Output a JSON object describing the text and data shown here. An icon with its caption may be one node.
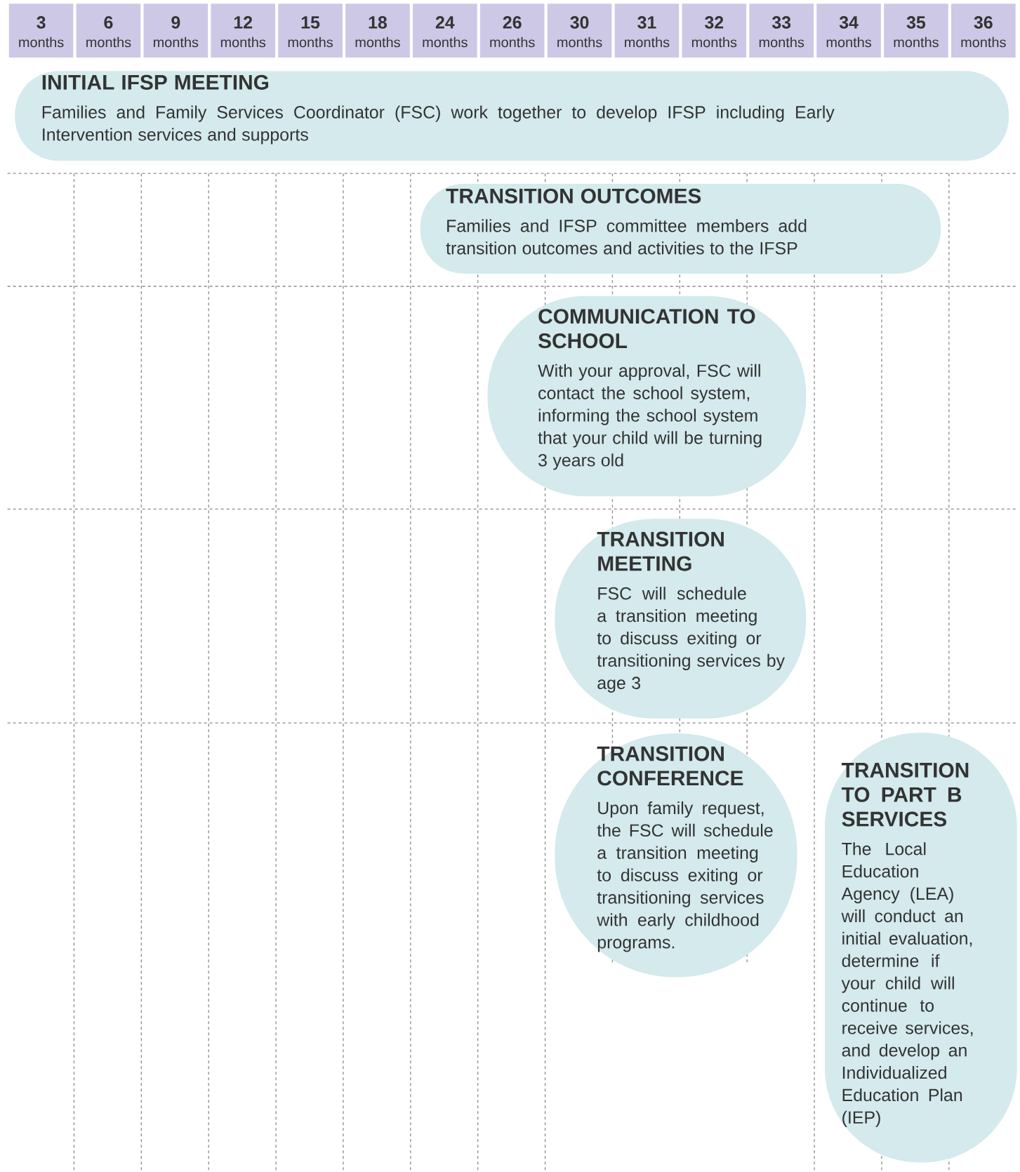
{
  "diagram": {
    "nodes": [
      {
        "text": [
          "3",
          "months"
        ]
      },
      {
        "text": [
          "6",
          "months"
        ]
      },
      {
        "text": [
          "9",
          "months"
        ]
      },
      {
        "text": [
          "12",
          "months"
        ]
      },
      {
        "text": [
          "15",
          "months"
        ]
      },
      {
        "text": [
          "18",
          "months"
        ]
      },
      {
        "text": [
          "24",
          "months"
        ]
      },
      {
        "text": [
          "26",
          "months"
        ]
      },
      {
        "text": [
          "30",
          "months"
        ]
      },
      {
        "text": [
          "31",
          "months"
        ]
      },
      {
        "text": [
          "32",
          "months"
        ]
      },
      {
        "text": [
          "33",
          "months"
        ]
      },
      {
        "text": [
          "34",
          "months"
        ]
      },
      {
        "text": [
          "35",
          "months"
        ]
      },
      {
        "text": [
          "36",
          "months"
        ]
      },
      {
        "text": [
          "INITIAL IFSP MEETING",
          "Families and Family Services Coordinator (FSC) work together to develop IFSP including Early Intervention services and supports"
        ]
      },
      {
        "text": [
          "TRANSITION OUTCOMES",
          "Families and IFSP committee members add transition outcomes and activities to the IFSP"
        ]
      },
      {
        "text": [
          "COMMUNICATION TO SCHOOL",
          "With your approval, FSC will contact the school system, informing the school system that your child will be turning 3 years old"
        ]
      },
      {
        "text": [
          "TRANSITION MEETING",
          "FSC will schedule a transition meeting to discuss exiting or transitioning services by age 3"
        ]
      },
      {
        "text": [
          "TRANSITION CONFERENCE",
          "Upon family request, the FSC will schedule a transition meeting to discuss exiting or transitioning services with early childhood programs."
        ]
      },
      {
        "text": [
          "TRANSITION TO PART B SERVICES",
          "The Local Education Agency (LEA) will conduct an initial evaluation, determine if your child will continue to receive services, and develop an Individualized Education Plan (IEP)"
        ]
      }
    ]
  }
}
